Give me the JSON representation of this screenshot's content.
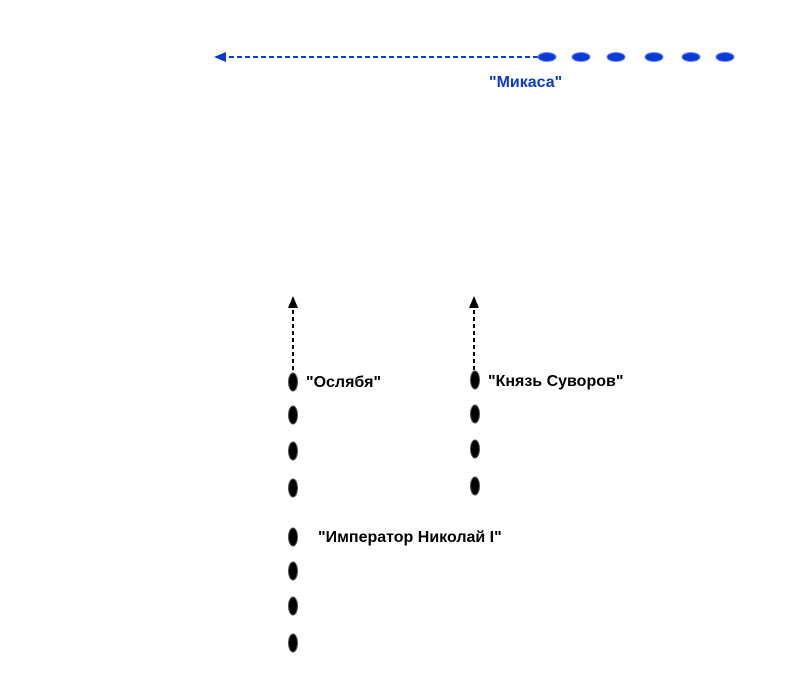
{
  "colors": {
    "japanese": "#0a3ad6",
    "russian": "#000000",
    "background": "#ffffff"
  },
  "labels": {
    "mikasa": "\"Микаса\"",
    "oslyabya": "\"Ослябя\"",
    "knyaz_suvorov": "\"Князь Суворов\"",
    "imperator_nikolai": "\"Император Николай I\""
  },
  "formations": {
    "japanese_column": {
      "ships": 6,
      "heading": "west"
    },
    "suvorov_column": {
      "ships": 4,
      "heading": "north"
    },
    "oslyabya_column": {
      "ships": 8,
      "heading": "north"
    }
  }
}
